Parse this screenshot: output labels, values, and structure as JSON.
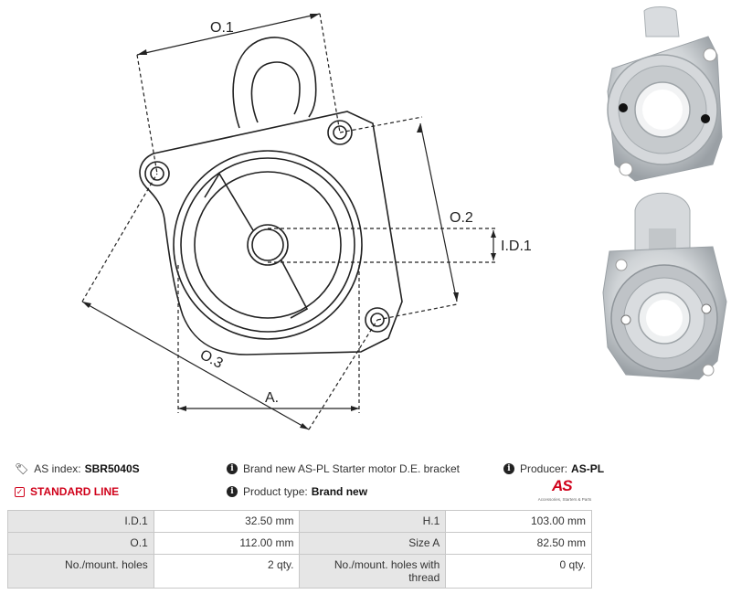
{
  "drawing": {
    "labels": {
      "o1": "O.1",
      "o2": "O.2",
      "o3": "O.3",
      "id1": "I.D.1",
      "a": "A."
    }
  },
  "info": {
    "as_index_label": "AS index:",
    "as_index_value": "SBR5040S",
    "description": "Brand new AS-PL Starter motor D.E. bracket",
    "producer_label": "Producer:",
    "producer_value": "AS-PL",
    "line": "STANDARD LINE",
    "product_type_label": "Product type:",
    "product_type_value": "Brand new"
  },
  "logo": {
    "mark": "AS",
    "tagline": "Accessories, Starters & Parts"
  },
  "specs": {
    "rows": [
      [
        "I.D.1",
        "32.50 mm",
        "H.1",
        "103.00 mm"
      ],
      [
        "O.1",
        "112.00 mm",
        "Size A",
        "82.50 mm"
      ],
      [
        "No./mount. holes",
        "2 qty.",
        "No./mount. holes with thread",
        "0 qty."
      ]
    ]
  },
  "colors": {
    "accent": "#d0021b",
    "table_label_bg": "#e6e6e6",
    "table_border": "#c8c8c8"
  }
}
